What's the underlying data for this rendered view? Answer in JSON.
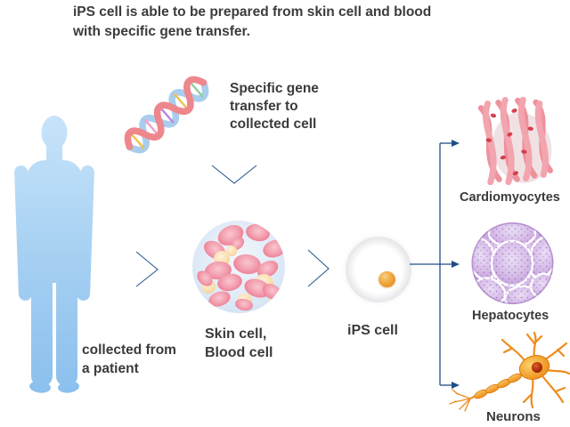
{
  "title": {
    "lines": [
      "iPS cell is able to be prepared from skin cell and blood",
      "with specific gene transfer."
    ]
  },
  "annotations": {
    "gene_transfer": {
      "lines": [
        "Specific gene",
        "transfer to",
        "collected cell"
      ]
    },
    "collected_from": {
      "lines": [
        "collected from",
        "a patient"
      ]
    },
    "source_cells": {
      "lines": [
        "Skin cell,",
        "Blood cell"
      ]
    },
    "ips_cell": "iPS cell"
  },
  "derived_cells": [
    {
      "label": "Cardiomyocytes"
    },
    {
      "label": "Hepatocytes"
    },
    {
      "label": "Neurons"
    }
  ],
  "icons": [
    "human-silhouette",
    "dna-helix-icon",
    "chevron-down-icon",
    "chevron-right-icon",
    "cell-cluster-illustration",
    "ips-cell-illustration",
    "cardiomyocytes-illustration",
    "hepatocytes-illustration",
    "neuron-illustration",
    "branch-connector"
  ],
  "colors": {
    "text": "#3b3b3b",
    "connector_line": "#1d4e85",
    "chevron": "#2b5c90",
    "human_blue_top": "#c9e4fa",
    "human_blue_bottom": "#8abfed",
    "dna_strand_red": "#ee878d",
    "dna_strand_blue": "#a9cdec",
    "blood_cell_pink": "#ec7b90",
    "cell_yellow": "#f2c684",
    "ips_nucleus_orange": "#e8912a",
    "cardiomyocyte_pink": "#f2a5ae",
    "cardio_nucleus_red": "#d5404e",
    "hepatocyte_purple": "#c9a4dd",
    "neuron_orange": "#ee8c1e"
  }
}
